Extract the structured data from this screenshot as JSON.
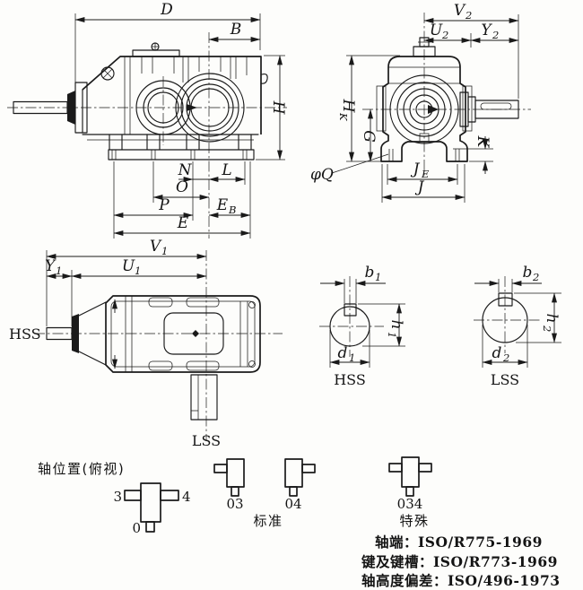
{
  "labels": {
    "D": "D",
    "B": "B",
    "H": "H",
    "N": "N",
    "L": "L",
    "O": "O",
    "P": "P",
    "E": "E",
    "EB_main": "E",
    "EB_sub": "B",
    "V2_main": "V",
    "V2_sub": "2",
    "U2_main": "U",
    "U2_sub": "2",
    "Y2_main": "Y",
    "Y2_sub": "2",
    "HK_main": "H",
    "HK_sub": "K",
    "G": "G",
    "K": "K",
    "phiQ": "φQ",
    "JE_main": "J",
    "JE_sub": "E",
    "J": "J",
    "V1_main": "V",
    "V1_sub": "1",
    "Y1_main": "Y",
    "Y1_sub": "1",
    "U1_main": "U",
    "U1_sub": "1",
    "HSS": "HSS",
    "LSS": "LSS",
    "b1_main": "b",
    "b1_sub": "1",
    "h1_main": "h",
    "h1_sub": "1",
    "d1_main": "d",
    "d1_sub": "1",
    "b2_main": "b",
    "b2_sub": "2",
    "h2_main": "h",
    "h2_sub": "2",
    "d2_main": "d",
    "d2_sub": "2",
    "HSS_section": "HSS",
    "LSS_section": "LSS"
  },
  "legend": {
    "title": "轴位置(俯视)",
    "pos_left": "3",
    "pos_right": "4",
    "pos_bottom": "0",
    "variant_03": "03",
    "variant_04": "04",
    "variant_034": "034",
    "standard_label": "标准",
    "special_label": "特殊"
  },
  "notes": {
    "shaft_end": "轴端：ISO/R775-1969",
    "key_keyway": "键及键槽：ISO/R773-1969",
    "shaft_height_tolerance": "轴高度偏差：ISO/496-1973"
  },
  "colors": {
    "ink": "#1a1a1a",
    "paper": "#fdfdfb"
  }
}
